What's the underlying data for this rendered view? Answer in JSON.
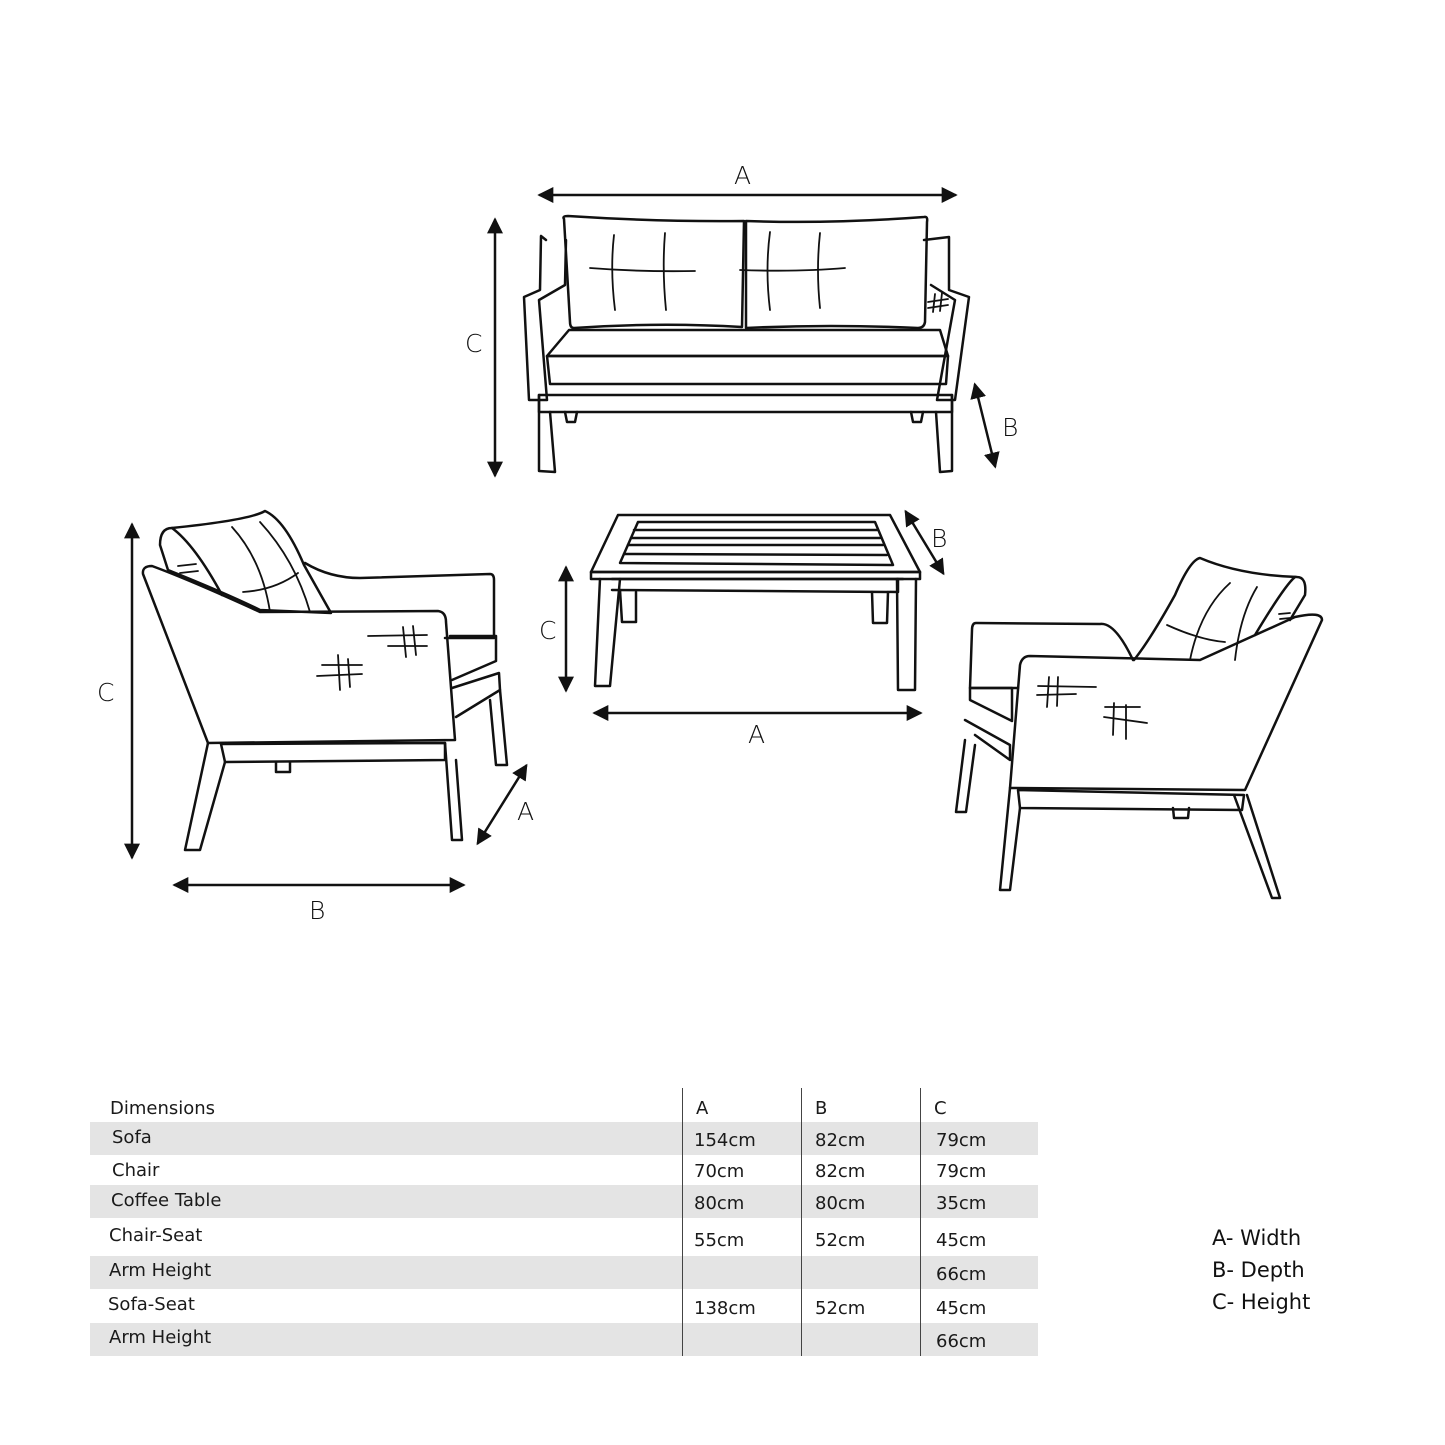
{
  "diagram": {
    "sofa": {
      "label_width": "A",
      "label_height": "C",
      "label_depth": "B"
    },
    "chair_left": {
      "label_height": "C",
      "label_depth": "B",
      "label_width": "A"
    },
    "coffee_table": {
      "label_depth": "B",
      "label_height": "C",
      "label_width": "A"
    }
  },
  "table": {
    "headers": [
      "Dimensions",
      "A",
      "B",
      "C"
    ],
    "rows": [
      {
        "name": "Sofa",
        "a": "154cm",
        "b": "82cm",
        "c": "79cm",
        "shaded": true
      },
      {
        "name": "Chair",
        "a": "70cm",
        "b": "82cm",
        "c": "79cm",
        "shaded": false
      },
      {
        "name": "Coffee Table",
        "a": "80cm",
        "b": "80cm",
        "c": "35cm",
        "shaded": true
      },
      {
        "name": "Chair-Seat",
        "a": "55cm",
        "b": "52cm",
        "c": "45cm",
        "shaded": false
      },
      {
        "name": "Arm Height",
        "a": "",
        "b": "",
        "c": "66cm",
        "shaded": true
      },
      {
        "name": "Sofa-Seat",
        "a": "138cm",
        "b": "52cm",
        "c": "45cm",
        "shaded": false
      },
      {
        "name": "Arm Height",
        "a": "",
        "b": "",
        "c": "66cm",
        "shaded": true
      }
    ]
  },
  "legend": {
    "items": [
      "A- Width",
      "B- Depth",
      "C- Height"
    ]
  },
  "colors": {
    "row_shade": "#e4e4e4",
    "line": "#111111",
    "shadow": "#bdbdbd"
  }
}
